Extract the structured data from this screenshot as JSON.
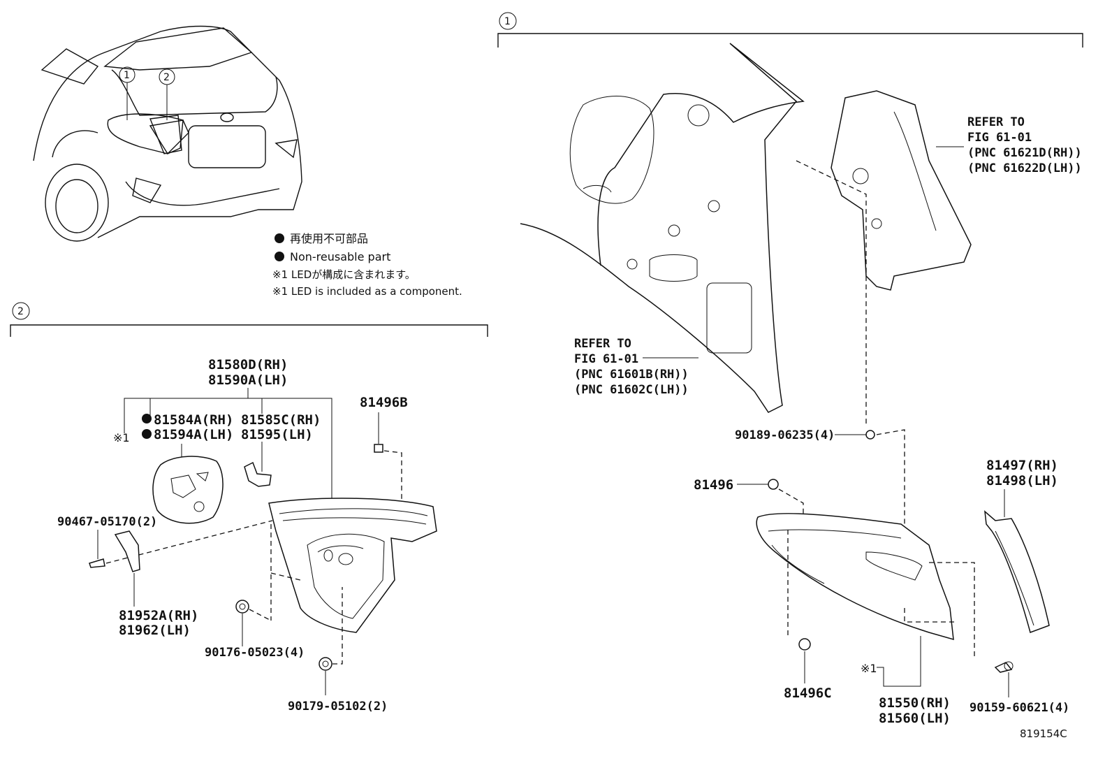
{
  "legend": {
    "jp_non_reusable": "再使用不可部品",
    "en_non_reusable": "Non-reusable part",
    "jp_led_note": "※1 LEDが構成に含まれます。",
    "en_led_note": "※1 LED is included as a component."
  },
  "callouts": {
    "c1": "1",
    "c2": "2"
  },
  "section2": {
    "assy_rh": "81580D(RH)",
    "assy_lh": "81590A(LH)",
    "board_rh": "81584A(RH)",
    "board_lh": "81594A(LH)",
    "socket_rh": "81585C(RH)",
    "socket_lh": "81595(LH)",
    "note_ref": "※1",
    "clip": "81496B",
    "screw": "90467-05170(2)",
    "bracket_rh": "81952A(RH)",
    "bracket_lh": "81962(LH)",
    "nut_a": "90176-05023(4)",
    "nut_b": "90179-05102(2)"
  },
  "section1": {
    "ref_top_1": "REFER TO",
    "ref_top_2": "FIG 61-01",
    "ref_top_3": "(PNC 61621D(RH))",
    "ref_top_4": "(PNC 61622D(LH))",
    "ref_mid_1": "REFER TO",
    "ref_mid_2": "FIG 61-01",
    "ref_mid_3": "(PNC 61601B(RH))",
    "ref_mid_4": "(PNC 61602C(LH))",
    "nut": "90189-06235(4)",
    "clip": "81496",
    "cover_rh": "81497(RH)",
    "cover_lh": "81498(LH)",
    "clip_c": "81496C",
    "note_ref": "※1",
    "lamp_rh": "81550(RH)",
    "lamp_lh": "81560(LH)",
    "screw": "90159-60621(4)"
  },
  "figure_id": "819154C"
}
